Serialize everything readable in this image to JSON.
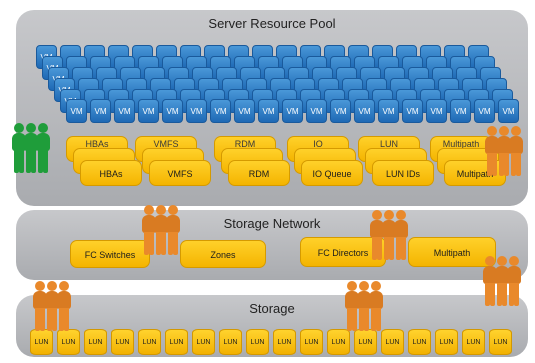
{
  "server_pool": {
    "title": "Server Resource Pool",
    "vm_label": "VM",
    "stacks": [
      {
        "front": "HBAs",
        "back": "HBAs"
      },
      {
        "front": "VMFS",
        "back": "VMFS"
      },
      {
        "front": "RDM",
        "back": "RDM"
      },
      {
        "front": "IO Queue",
        "back": "IO"
      },
      {
        "front": "LUN IDs",
        "back": "LUN"
      },
      {
        "front": "Multipath",
        "back": "Multipath"
      }
    ]
  },
  "storage_network": {
    "title": "Storage Network",
    "items": [
      "FC Switches",
      "Zones",
      "FC Directors",
      "Multipath"
    ]
  },
  "storage": {
    "title": "Storage",
    "lun_label": "LUN"
  },
  "colors": {
    "vm_blue": "#2d7cc7",
    "component_yellow": "#f7bd0e",
    "admin_green": "#1f9d3a",
    "admin_orange": "#e9892b",
    "panel_gray": "#b9babd"
  },
  "icons": [
    "person-group-icon"
  ]
}
